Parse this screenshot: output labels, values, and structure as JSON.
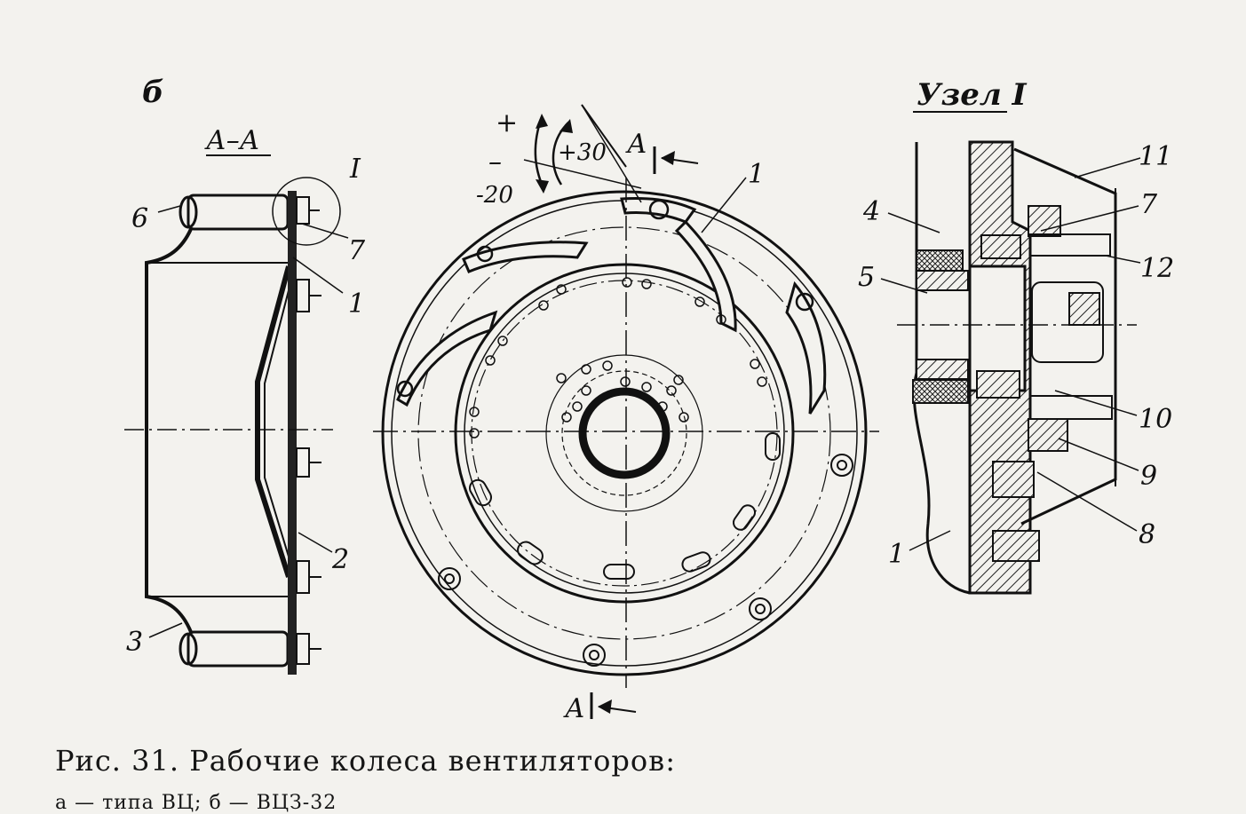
{
  "figure": {
    "panel_label": "б",
    "section_label": "А–А",
    "detail_label": "Узел I",
    "detail_marker": "I",
    "cut_label_top": "А",
    "cut_label_bottom": "А",
    "angle_plus": "+",
    "angle_minus": "–",
    "angle_pos_value": "+30",
    "angle_neg_value": "-20",
    "left_callouts": {
      "c6": "6",
      "c7": "7",
      "c1": "1",
      "c2": "2",
      "c3": "3"
    },
    "center_callouts": {
      "c1": "1"
    },
    "right_callouts": {
      "c11": "11",
      "c7": "7",
      "c4": "4",
      "c12": "12",
      "c5": "5",
      "c10": "10",
      "c9": "9",
      "c8": "8",
      "c1": "1"
    }
  },
  "caption": {
    "line1": "Рис. 31. Рабочие колеса вентиляторов:",
    "line2": "а — типа ВЦ; б — ВЦЗ-32"
  }
}
